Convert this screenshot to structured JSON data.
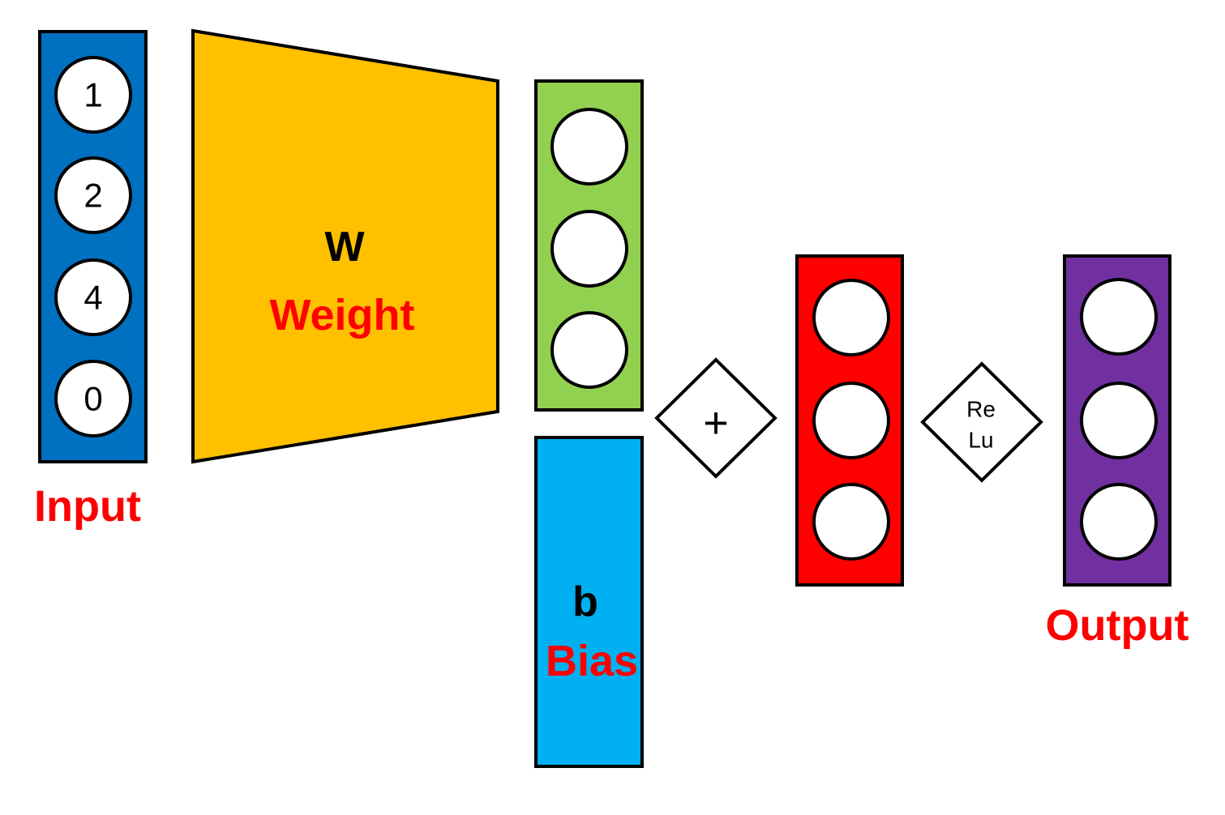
{
  "input": {
    "label": "Input",
    "nodes": [
      "1",
      "2",
      "4",
      "0"
    ],
    "color": "#0070C0"
  },
  "weight": {
    "symbol": "W",
    "label": "Weight",
    "color": "#FFC000"
  },
  "wx_vector": {
    "node_count": 3,
    "color": "#92D050"
  },
  "bias": {
    "symbol": "b",
    "label": "Bias",
    "color": "#00B0F0"
  },
  "add_op": {
    "symbol": "+"
  },
  "sum_vector": {
    "node_count": 3,
    "color": "#FF0000"
  },
  "relu_op": {
    "line1": "Re",
    "line2": "Lu"
  },
  "output": {
    "label": "Output",
    "node_count": 3,
    "color": "#7030A0"
  },
  "label_color": "#FF0000"
}
